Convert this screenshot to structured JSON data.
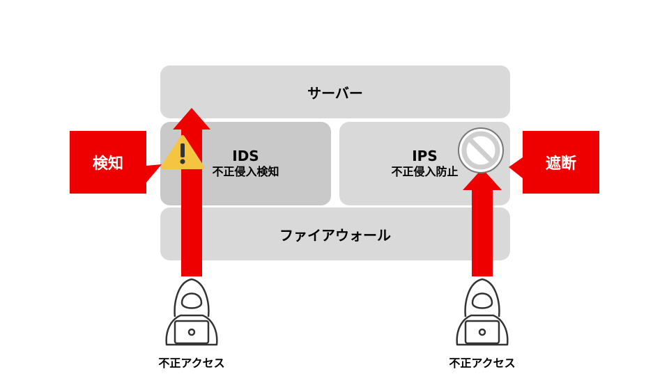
{
  "server": {
    "label": "サーバー"
  },
  "ids": {
    "title": "IDS",
    "subtitle": "不正侵入検知"
  },
  "ips": {
    "title": "IPS",
    "subtitle": "不正侵入防止"
  },
  "firewall": {
    "label": "ファイアウォール"
  },
  "callouts": {
    "detect": "検知",
    "block": "遮断"
  },
  "attackers": [
    {
      "label": "不正アクセス"
    },
    {
      "label": "不正アクセス"
    }
  ],
  "colors": {
    "accent": "#ee0000",
    "box": "#d9d9d9",
    "ids_box": "#c9c9c9",
    "warning": "#f5c542"
  },
  "icons": {
    "warning": "warning-icon",
    "block": "prohibited-icon",
    "attacker": "hacker-icon"
  }
}
